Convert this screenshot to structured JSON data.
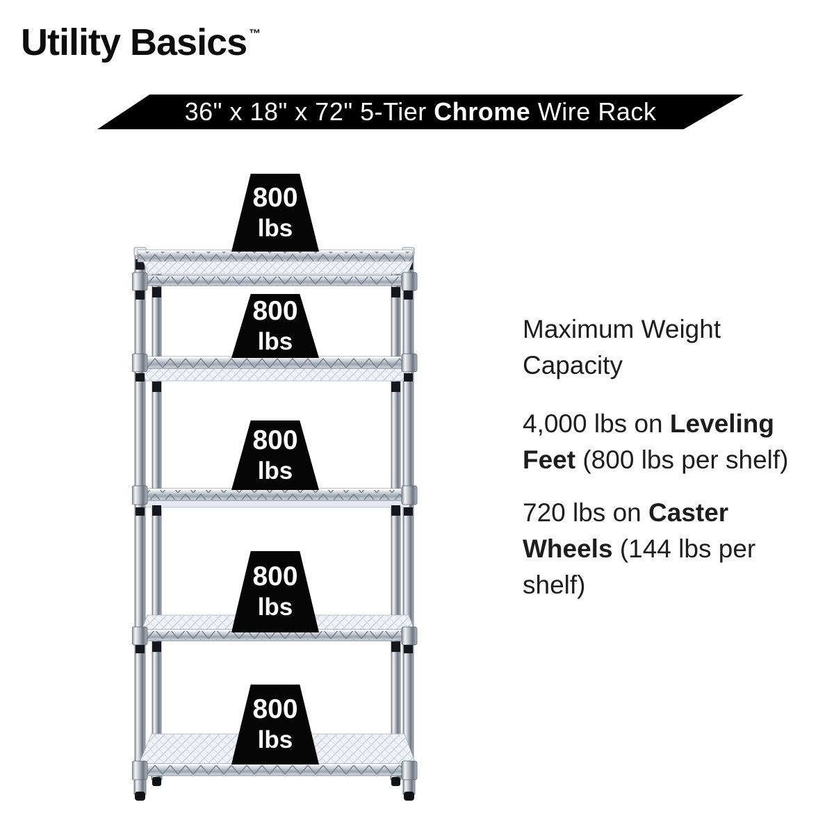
{
  "brand": {
    "name": "Utility Basics",
    "trademark": "™"
  },
  "banner": {
    "segments": [
      {
        "t": "36\" x 18\" x 72\" 5-Tier ",
        "b": false
      },
      {
        "t": "Chrome",
        "b": true
      },
      {
        "t": " Wire Rack",
        "b": false
      }
    ]
  },
  "rack": {
    "tier_count": 5,
    "material": "chrome wire",
    "badges": [
      {
        "value": "800",
        "unit": "lbs"
      },
      {
        "value": "800",
        "unit": "lbs"
      },
      {
        "value": "800",
        "unit": "lbs"
      },
      {
        "value": "800",
        "unit": "lbs"
      },
      {
        "value": "800",
        "unit": "lbs"
      }
    ]
  },
  "info": {
    "heading": "Maximum Weight Capacity",
    "paragraphs": [
      {
        "segments": [
          {
            "t": "4,000 lbs on ",
            "b": false
          },
          {
            "t": "Leveling Feet",
            "b": true
          },
          {
            "t": " (800 lbs per shelf)",
            "b": false
          }
        ]
      },
      {
        "segments": [
          {
            "t": "720 lbs on ",
            "b": false
          },
          {
            "t": "Caster Wheels",
            "b": true
          },
          {
            "t": " (144 lbs per shelf)",
            "b": false
          }
        ]
      }
    ]
  },
  "colors": {
    "background": "#ffffff",
    "banner_bg": "#000000",
    "banner_text": "#ffffff",
    "badge_bg": "#050505",
    "badge_text": "#ffffff",
    "body_text": "#1d1d1f",
    "chrome_light": "#f2f4f7",
    "chrome_mid": "#b9bfc8",
    "chrome_dark": "#6e757f"
  }
}
